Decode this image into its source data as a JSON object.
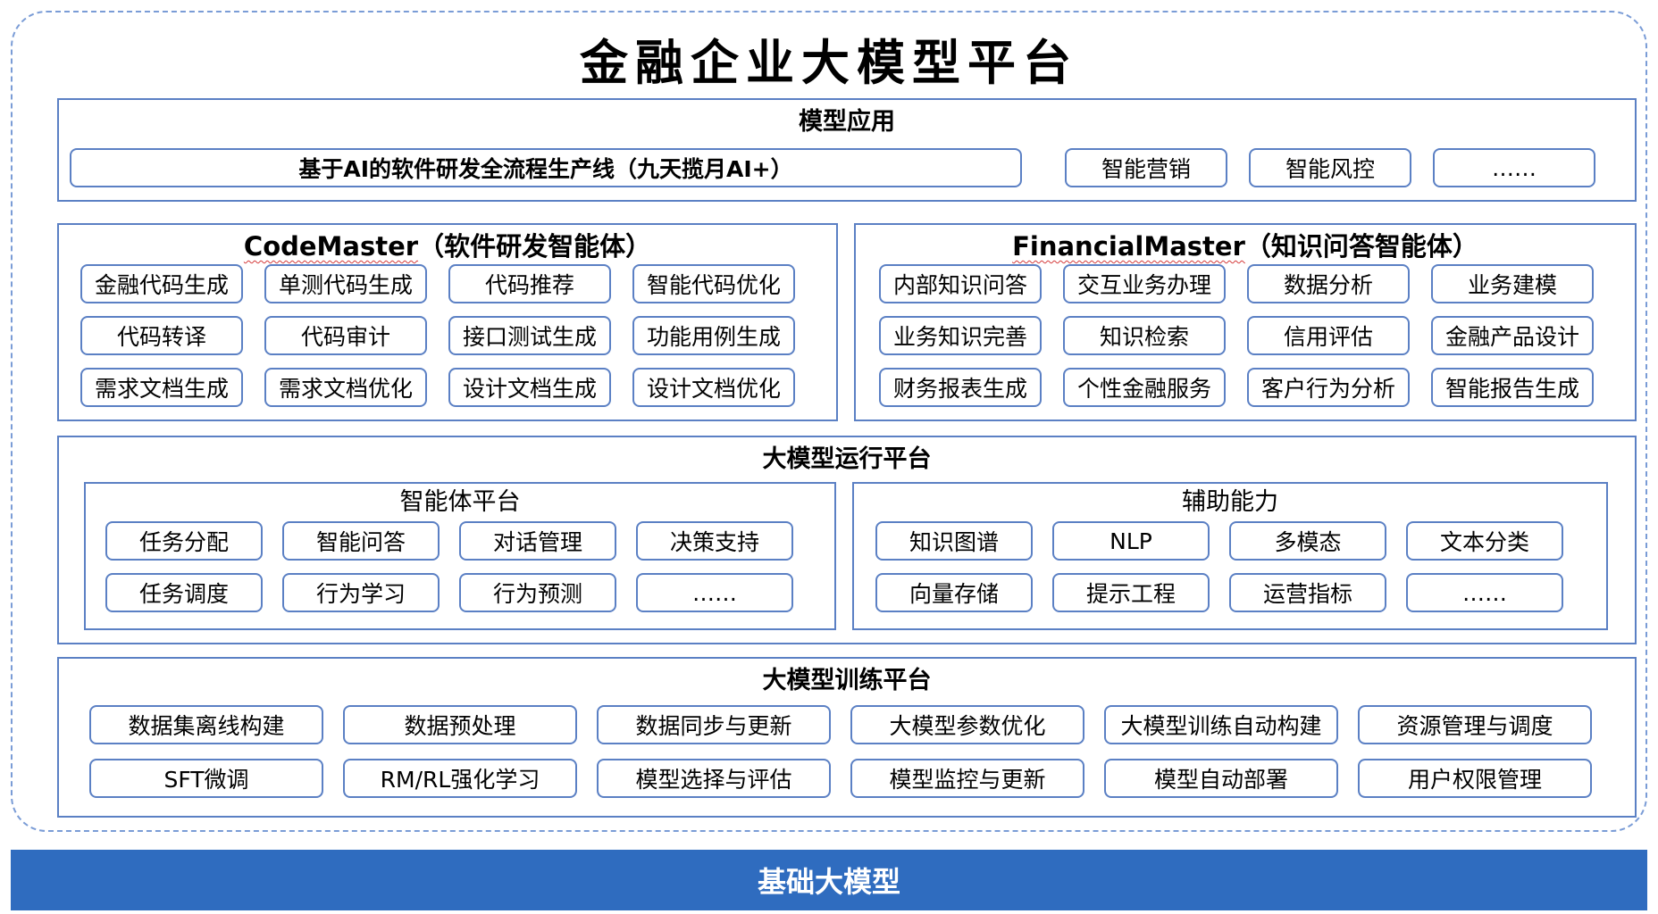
{
  "title": "金融企业大模型平台",
  "application": {
    "title": "模型应用",
    "items": [
      "基于AI的软件研发全流程生产线（九天揽月AI+）",
      "智能营销",
      "智能风控",
      "……"
    ]
  },
  "codemaster": {
    "name": "CodeMaster",
    "desc": "（软件研发智能体）",
    "items": [
      "金融代码生成",
      "单测代码生成",
      "代码推荐",
      "智能代码优化",
      "代码转译",
      "代码审计",
      "接口测试生成",
      "功能用例生成",
      "需求文档生成",
      "需求文档优化",
      "设计文档生成",
      "设计文档优化"
    ]
  },
  "financialmaster": {
    "name": "FinancialMaster",
    "desc": "（知识问答智能体）",
    "items": [
      "内部知识问答",
      "交互业务办理",
      "数据分析",
      "业务建模",
      "业务知识完善",
      "知识检索",
      "信用评估",
      "金融产品设计",
      "财务报表生成",
      "个性金融服务",
      "客户行为分析",
      "智能报告生成"
    ]
  },
  "runtime": {
    "title": "大模型运行平台",
    "agent_platform": {
      "title": "智能体平台",
      "items": [
        "任务分配",
        "智能问答",
        "对话管理",
        "决策支持",
        "任务调度",
        "行为学习",
        "行为预测",
        "……"
      ]
    },
    "aux": {
      "title": "辅助能力",
      "items": [
        "知识图谱",
        "NLP",
        "多模态",
        "文本分类",
        "向量存储",
        "提示工程",
        "运营指标",
        "……"
      ]
    }
  },
  "training": {
    "title": "大模型训练平台",
    "items": [
      "数据集离线构建",
      "数据预处理",
      "数据同步与更新",
      "大模型参数优化",
      "大模型训练自动构建",
      "资源管理与调度",
      "SFT微调",
      "RM/RL强化学习",
      "模型选择与评估",
      "模型监控与更新",
      "模型自动部署",
      "用户权限管理"
    ]
  },
  "foundation": "基础大模型"
}
